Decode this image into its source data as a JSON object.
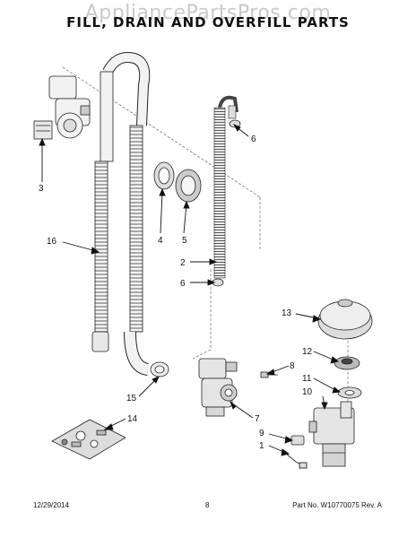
{
  "watermark": "AppliancePartsPros.com",
  "title": "FILL, DRAIN AND OVERFILL PARTS",
  "callouts": [
    {
      "label": "6"
    },
    {
      "label": "3"
    },
    {
      "label": "4"
    },
    {
      "label": "5"
    },
    {
      "label": "16"
    },
    {
      "label": "2"
    },
    {
      "label": "6"
    },
    {
      "label": "13"
    },
    {
      "label": "12"
    },
    {
      "label": "8"
    },
    {
      "label": "11"
    },
    {
      "label": "10"
    },
    {
      "label": "15"
    },
    {
      "label": "7"
    },
    {
      "label": "9"
    },
    {
      "label": "14"
    },
    {
      "label": "1"
    }
  ],
  "footer": {
    "date": "12/29/2014",
    "page": "8",
    "part_number": "Part No. W10770075  Rev. A"
  }
}
